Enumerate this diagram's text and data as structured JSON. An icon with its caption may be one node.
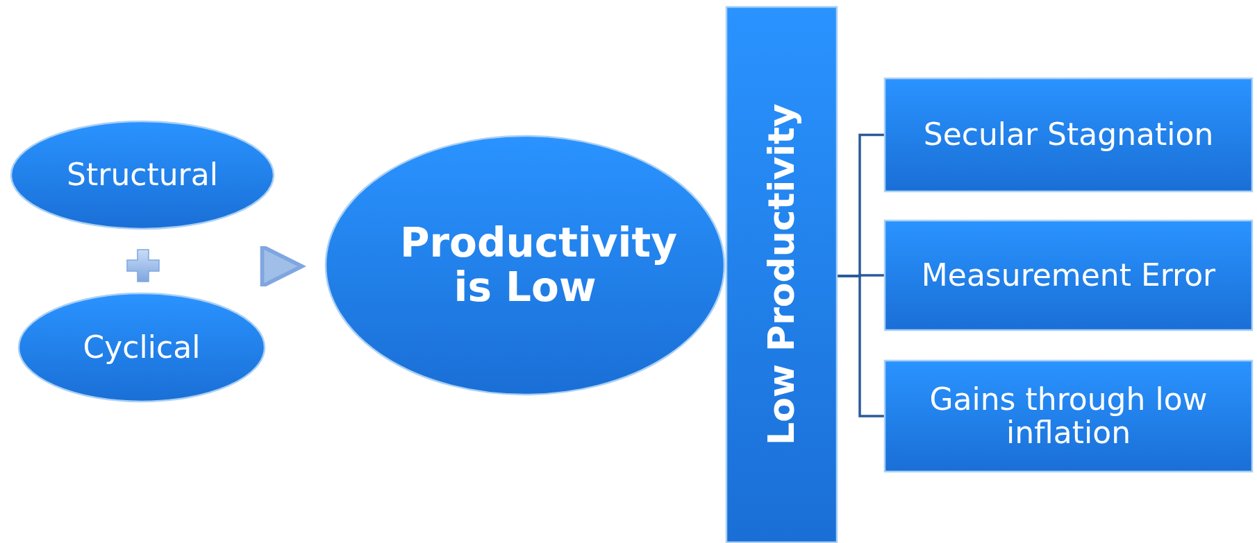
{
  "diagram": {
    "nodes": [
      {
        "text": [
          "Structural"
        ]
      },
      {
        "text": [
          "Cyclical"
        ]
      },
      {
        "text": [
          "Productivity is Low"
        ]
      },
      {
        "text": [
          "Low Productivity"
        ]
      },
      {
        "text": [
          "Secular Stagnation"
        ]
      },
      {
        "text": [
          "Measurement Error"
        ]
      },
      {
        "text": [
          "Gains through low inflation"
        ]
      }
    ],
    "edges": [
      {
        "from": null,
        "to": 2,
        "arrow": "to",
        "style": "thick"
      },
      {
        "from": 3,
        "to": 4,
        "arrow": "none"
      },
      {
        "from": 3,
        "to": 5,
        "arrow": "none"
      },
      {
        "from": 3,
        "to": 6,
        "arrow": "none"
      }
    ]
  }
}
